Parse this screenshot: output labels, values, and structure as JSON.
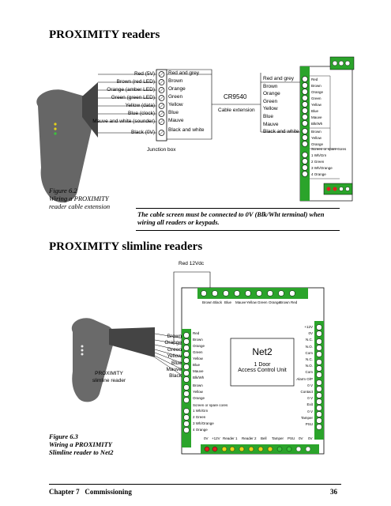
{
  "section1": {
    "title": "PROXIMITY readers",
    "figure_label": "Figure 6.2",
    "figure_caption_1": "Wiring a PROXIMITY",
    "figure_caption_2": "reader cable extension",
    "note": "The cable screen must be connected to 0V (Blk/Wht terminal) when wiring all readers or keypads.",
    "left_wires": [
      "Red (5V)",
      "Brown (red LED)",
      "Orange (amber LED)",
      "Green (green LED)",
      "Yellow (data)",
      "Blue (clock)",
      "Mauve and white (sounder)",
      "Black (0V)"
    ],
    "right_wires": [
      "Red and grey",
      "Brown",
      "Orange",
      "Green",
      "Yellow",
      "Blue",
      "Mauve",
      "Black and white"
    ],
    "junction_label": "Junction box",
    "cable_name": "CR9540",
    "cable_sub": "Cable extension",
    "ext_wires": [
      "Red and grey",
      "Brown",
      "Orange",
      "Green",
      "Yellow",
      "Blue",
      "Mauve",
      "Black and white"
    ],
    "board_labels": [
      "Red",
      "Brown",
      "Orange",
      "Green",
      "Yellow",
      "Blue",
      "Mauve",
      "Blk/Wh",
      "Brown",
      "Yellow",
      "Orange"
    ],
    "board_labels2": [
      "Wh/Grn",
      "Green",
      "Wh/Orange",
      "Orange"
    ],
    "board_nums": [
      "1",
      "2",
      "3",
      "4"
    ],
    "board_screen": "Screen or spare cores"
  },
  "section2": {
    "title": "PROXIMITY slimline readers",
    "figure_label": "Figure 6.3",
    "figure_caption_1": "Wiring a PROXIMITY",
    "figure_caption_2": "Slimline reader to Net2",
    "red_label": "Red 12Vdc",
    "reader_label_1": "PROXIMITY",
    "reader_label_2": "slimline reader",
    "reader_wires": [
      "Brown",
      "Orange",
      "Green",
      "Yellow",
      "Blue",
      "Mauve",
      "Black"
    ],
    "top_terms": [
      "Brown",
      "Black",
      "Blue",
      "Mauve",
      "Yellow",
      "Green",
      "Orange",
      "Brown",
      "Red"
    ],
    "left_terms": [
      "Red",
      "Brown",
      "Orange",
      "Green",
      "Yellow",
      "Blue",
      "Mauve",
      "Blk/Wh",
      "Brown",
      "Yellow",
      "Orange"
    ],
    "left_terms2": [
      "Wh/Grn",
      "Green",
      "Wh/Orange",
      "Orange"
    ],
    "right_terms": [
      "+12V",
      "0V",
      "N.C.",
      "N.O.",
      "Com",
      "N.C.",
      "N.O.",
      "Com",
      "Alarm O/P",
      "0 V",
      "Contact",
      "0 V",
      "Exit",
      "0 V",
      "Tamper",
      "PSU"
    ],
    "bottom_terms": [
      "0V",
      "+12V",
      "Reader 1",
      "Reader 2",
      "Bell",
      "Tamper",
      "PSU",
      "0V",
      "0V"
    ],
    "net2_title": "Net2",
    "net2_sub_1": "1 Door",
    "net2_sub_2": "Access Control Unit",
    "net2_num": "1",
    "net2_num2": "2",
    "screen_label": "Screen or spare cores"
  },
  "footer": {
    "chapter": "Chapter 7   Commissioning",
    "page": "36"
  }
}
